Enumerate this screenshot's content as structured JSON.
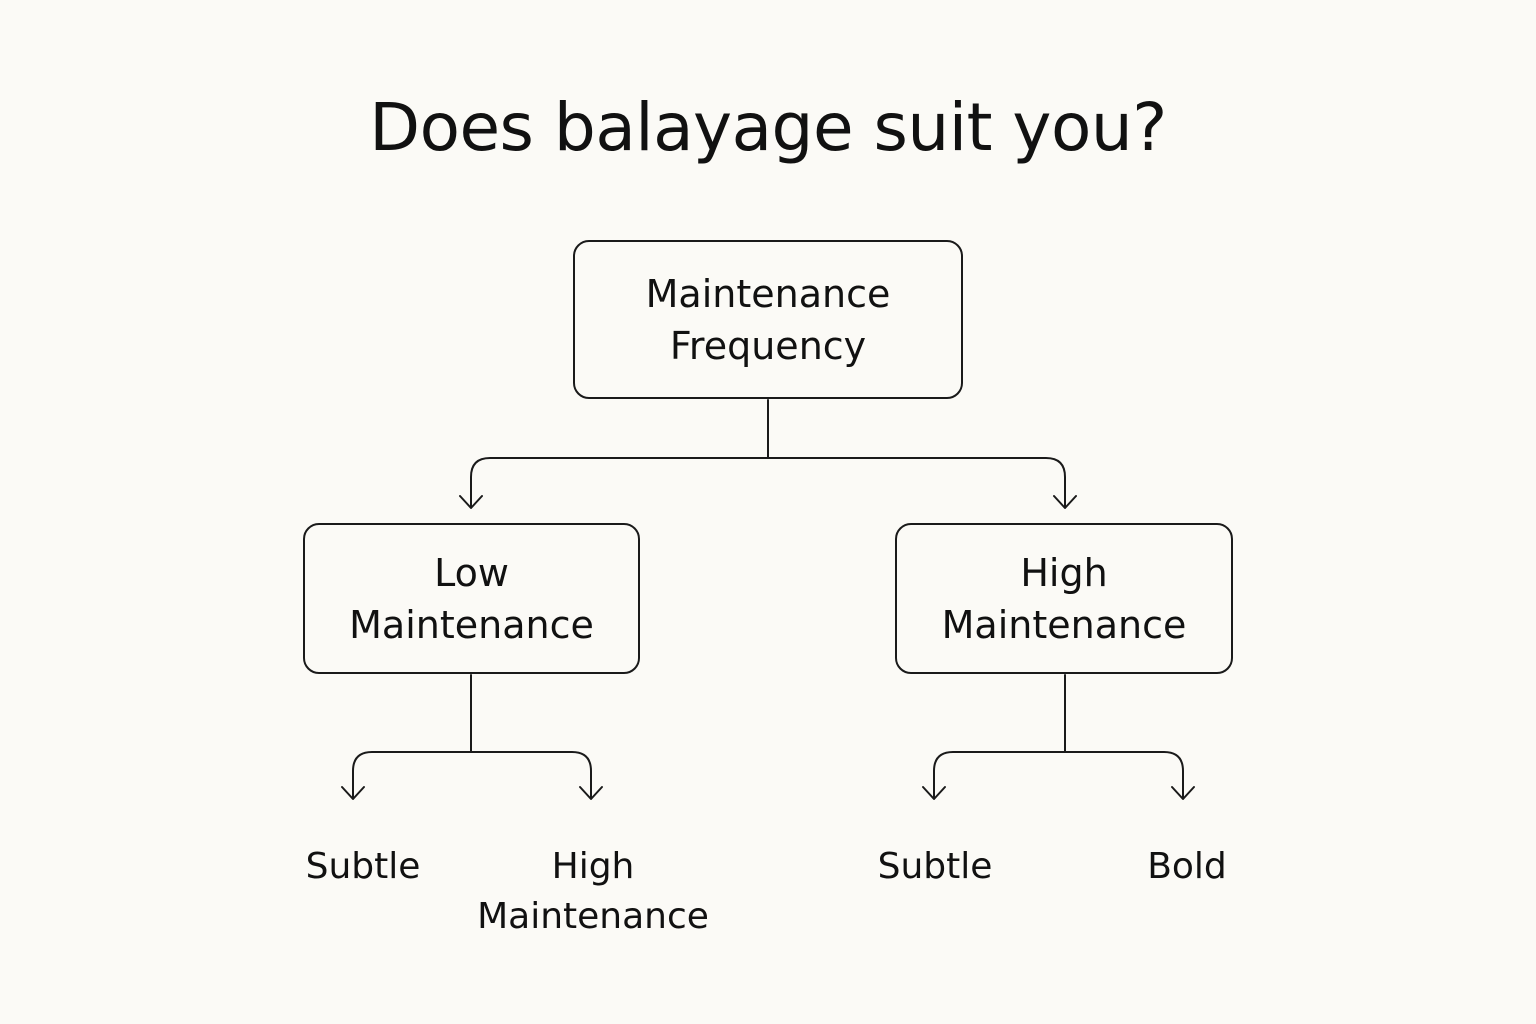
{
  "diagram": {
    "title": "Does balayage suit you?",
    "root": {
      "line1": "Maintenance",
      "line2": "Frequency"
    },
    "branches": [
      {
        "line1": "Low",
        "line2": "Maintenance",
        "leaves": [
          {
            "line1": "Subtle",
            "line2": ""
          },
          {
            "line1": "High",
            "line2": "Maintenance"
          }
        ]
      },
      {
        "line1": "High",
        "line2": "Maintenance",
        "leaves": [
          {
            "line1": "Subtle",
            "line2": ""
          },
          {
            "line1": "Bold",
            "line2": ""
          }
        ]
      }
    ],
    "colors": {
      "background": "#fbfaf6",
      "ink": "#1a1a1a"
    }
  }
}
